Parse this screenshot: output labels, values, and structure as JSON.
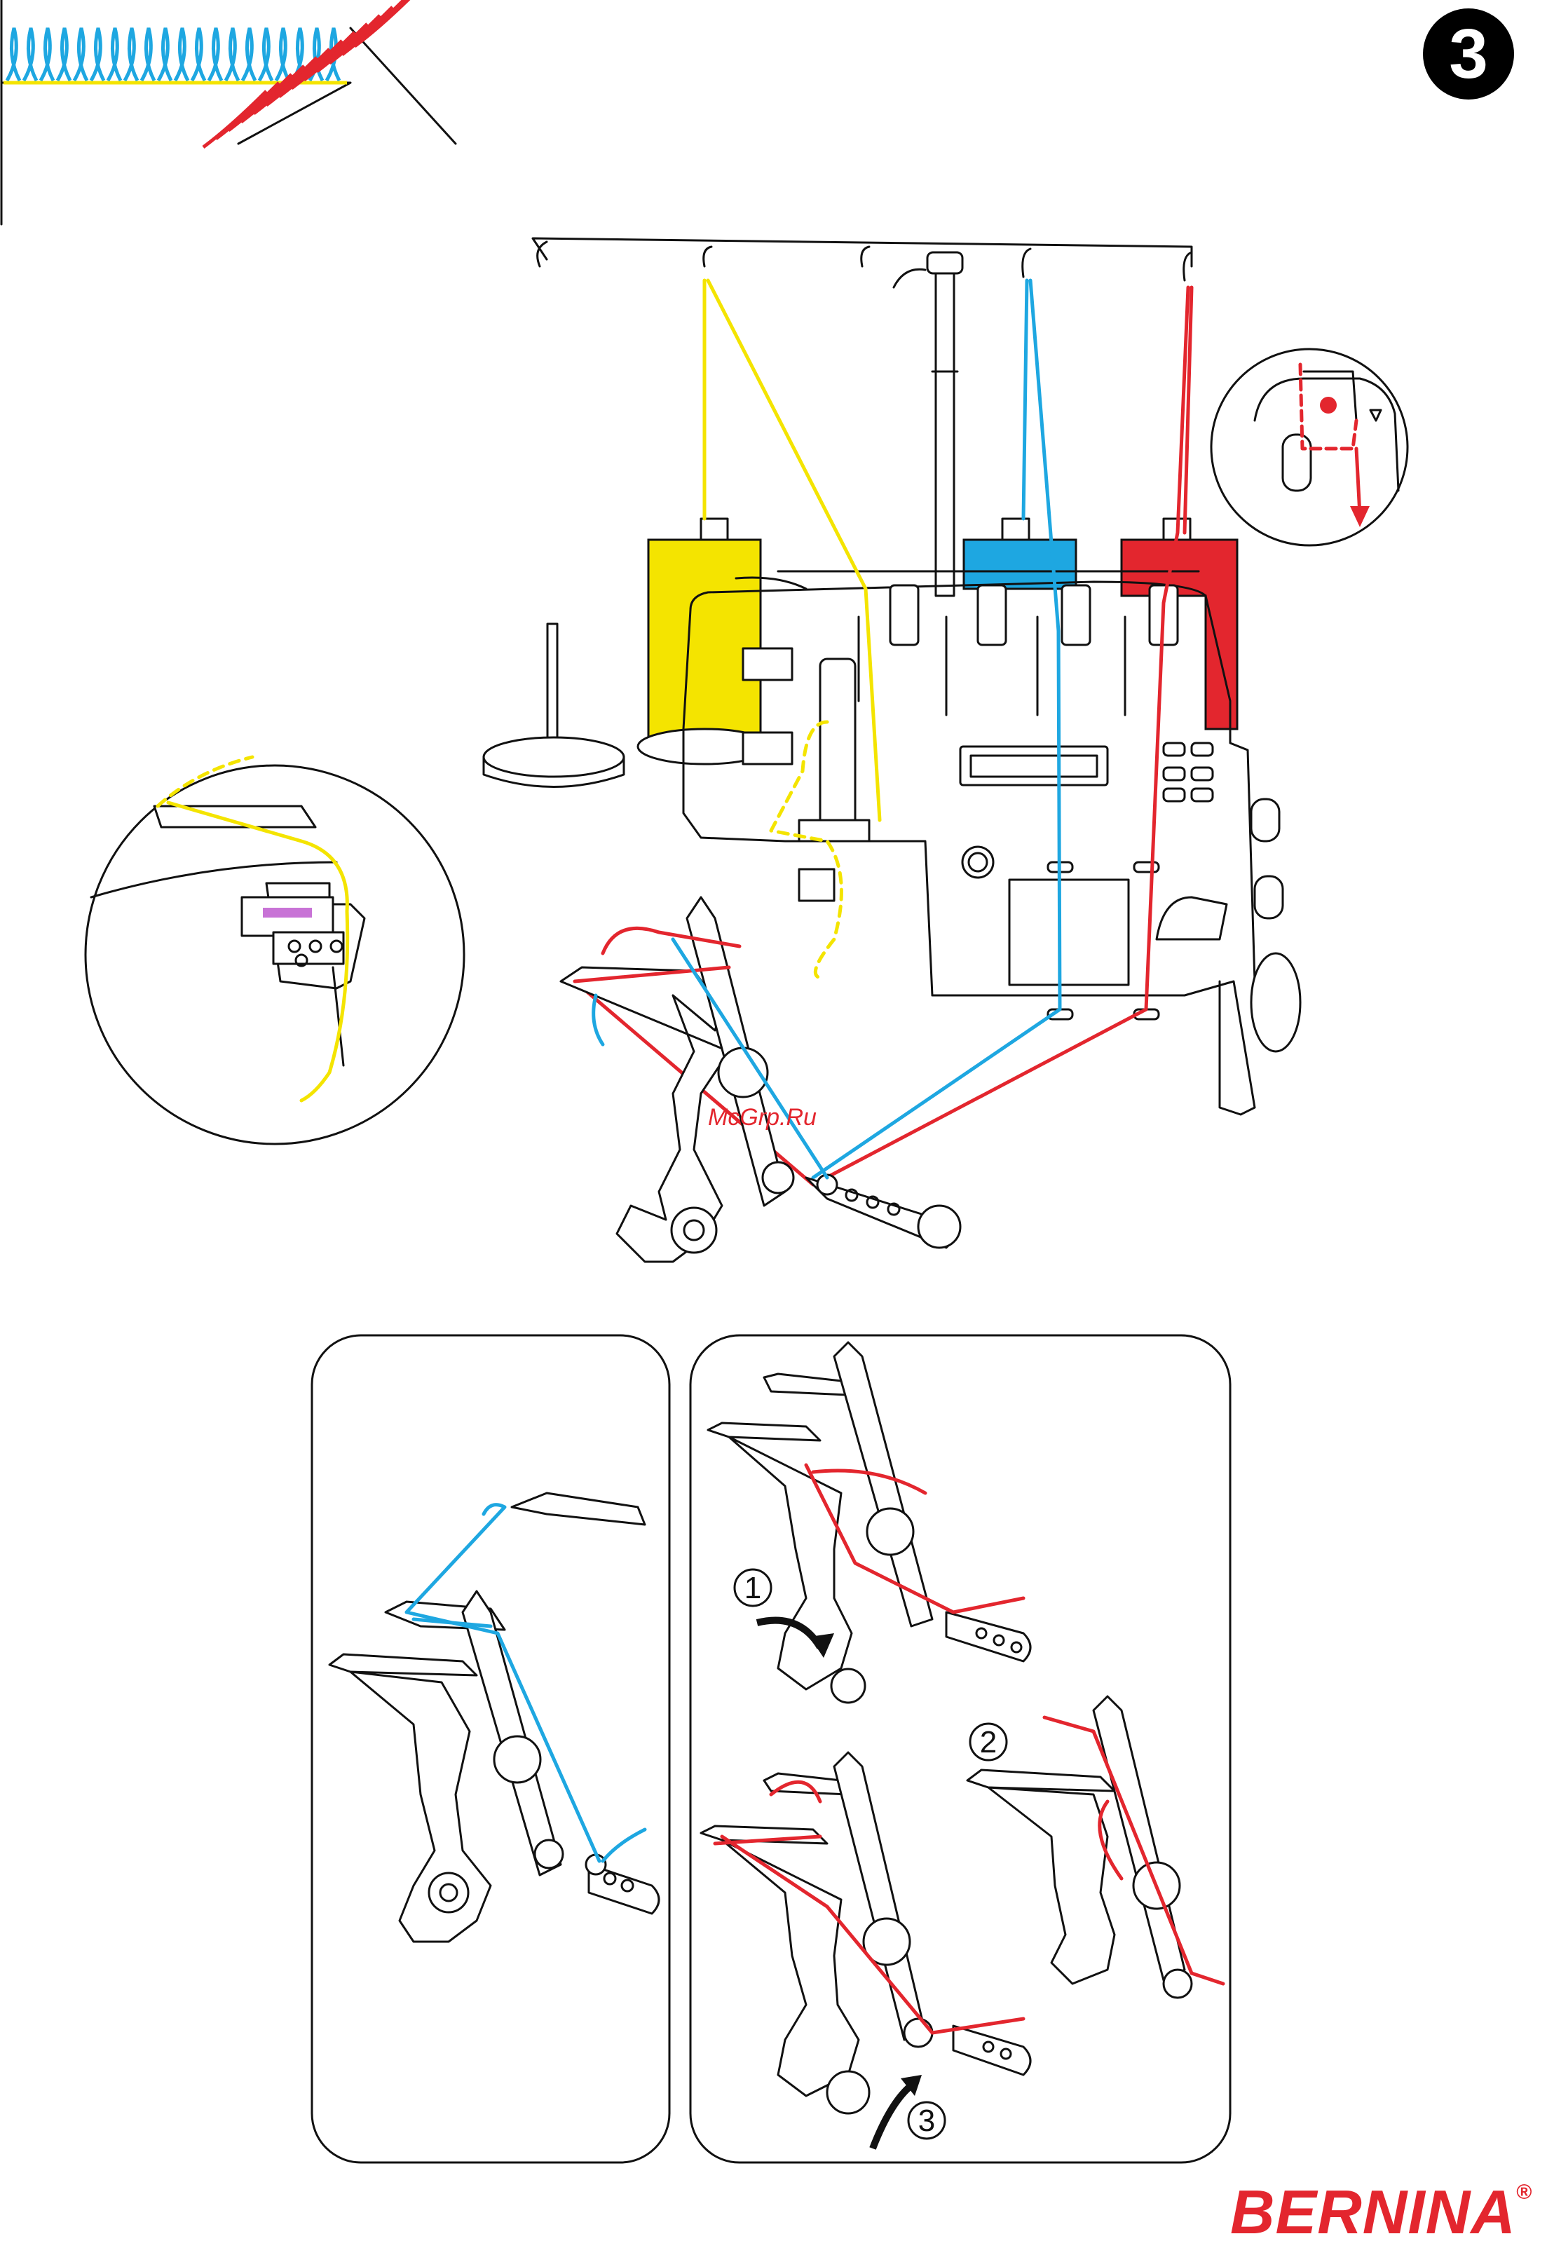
{
  "step": {
    "number": "3"
  },
  "brand": {
    "name": "BERNINA",
    "mark": "®"
  },
  "watermark": {
    "text": "McGrp.Ru"
  },
  "callouts": {
    "one": "1",
    "two": "2",
    "three": "3"
  },
  "colors": {
    "thread_yellow": "#f4e400",
    "thread_blue": "#1ea7e1",
    "thread_red": "#e3262e",
    "outline": "#111111",
    "brand_red": "#e3262e"
  },
  "icons": {
    "stitch_sample": "overlock-stitch-sample-icon",
    "tension_detail": "thread-guide-detail-icon",
    "needle_detail": "needle-threading-detail-icon",
    "looper_panel_left": "upper-looper-threading-icon",
    "looper_panel_right": "lower-looper-threading-steps-icon",
    "rotate_arrow": "curved-arrow-icon"
  }
}
